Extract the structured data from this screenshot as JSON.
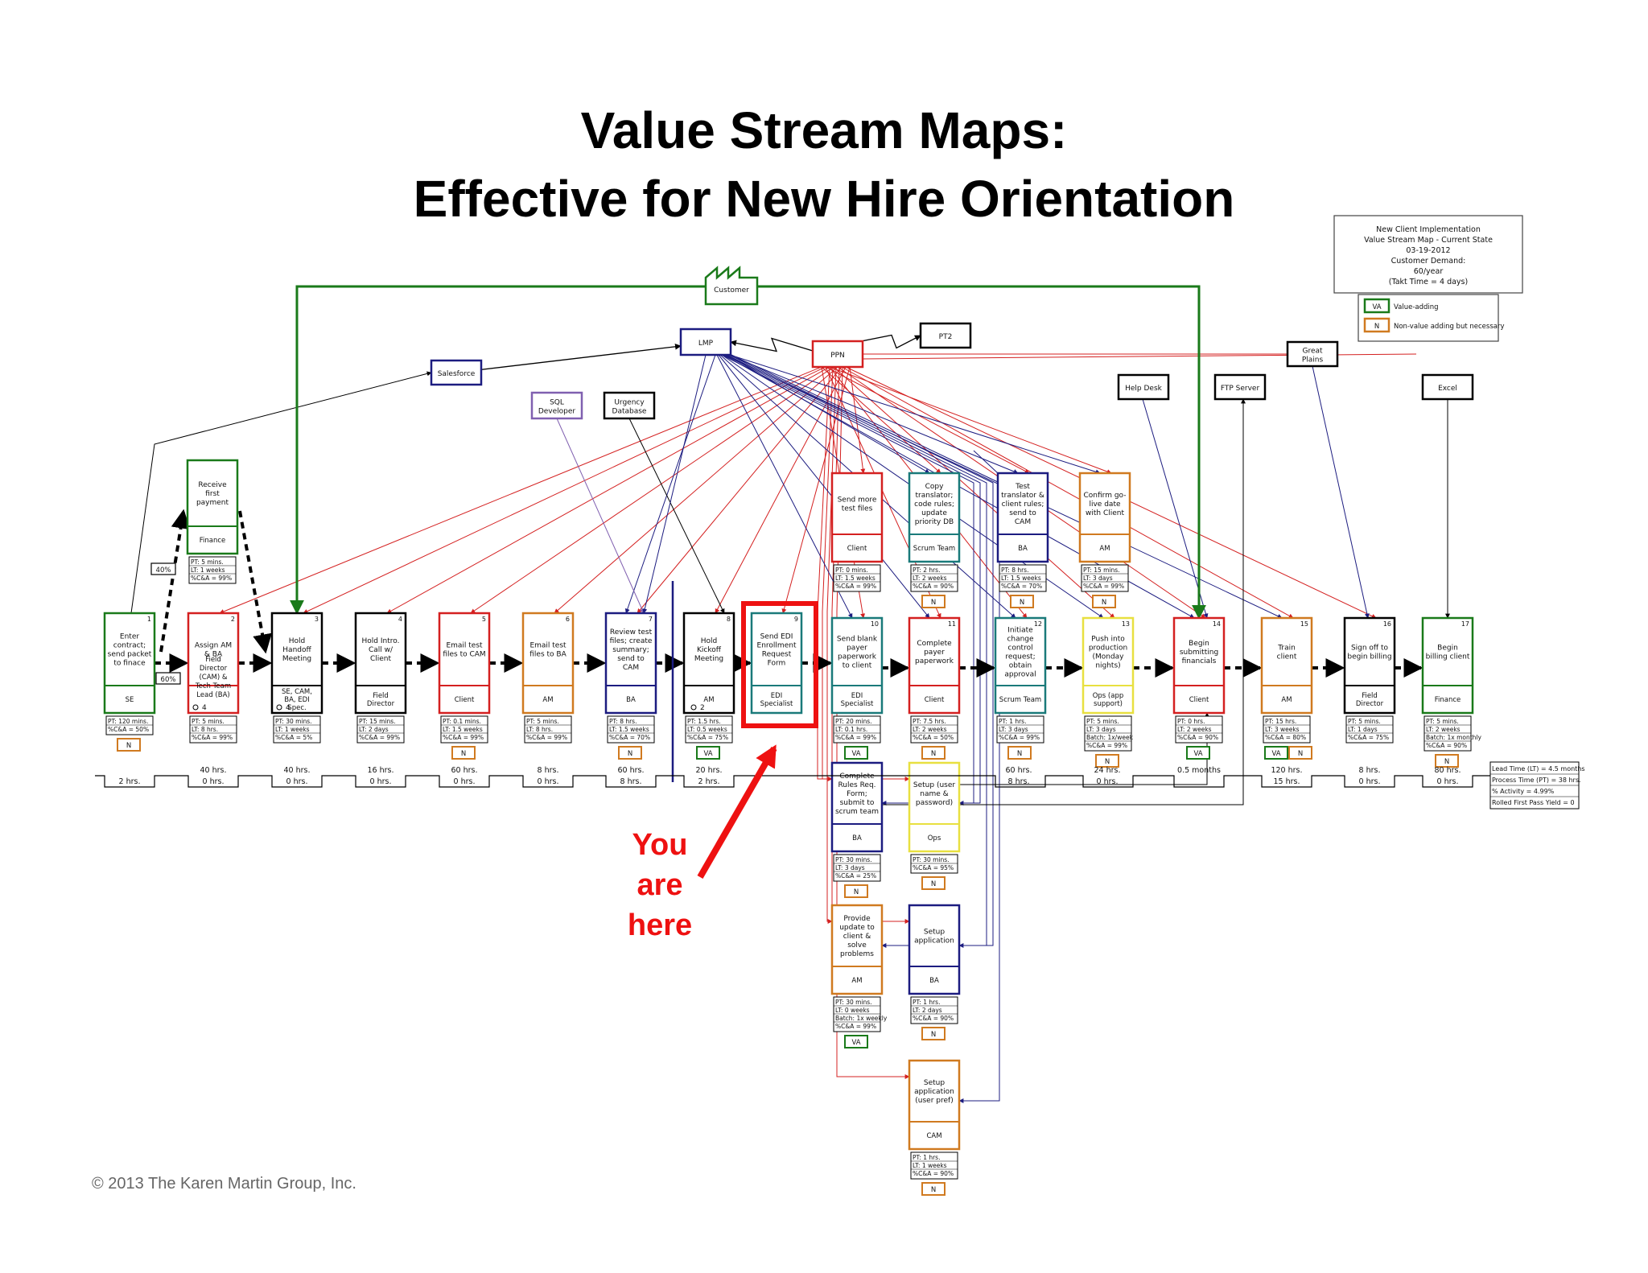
{
  "title_line1": "Value Stream Maps:",
  "title_line2": "Effective for New Hire Orientation",
  "copyright": "© 2013 The Karen Martin Group, Inc.",
  "callout": [
    "You",
    "are",
    "here"
  ],
  "colors": {
    "green": "#1a7a1a",
    "red": "#d42020",
    "navy": "#1c1c80",
    "orange": "#d07a20",
    "teal": "#1a7a7a",
    "yellow": "#e8e040",
    "purple": "#8060b0",
    "callout": "#ee1111"
  },
  "header_box": [
    "New Client Implementation",
    "Value Stream Map - Current State",
    "03-19-2012",
    "Customer Demand:",
    "60/year",
    "(Takt Time = 4 days)"
  ],
  "legend": [
    {
      "tag": "VA",
      "label": "Value-adding",
      "color": "green"
    },
    {
      "tag": "N",
      "label": "Non-value adding but necessary",
      "color": "orange"
    }
  ],
  "external": [
    {
      "id": "customer",
      "lines": [
        "Customer"
      ],
      "color": "green"
    },
    {
      "id": "lmp",
      "lines": [
        "LMP"
      ],
      "color": "navy"
    },
    {
      "id": "ppn",
      "lines": [
        "PPN"
      ],
      "color": "red"
    },
    {
      "id": "pt2",
      "lines": [
        "PT2"
      ],
      "color": "black"
    },
    {
      "id": "salesforce",
      "lines": [
        "Salesforce"
      ],
      "color": "navy"
    },
    {
      "id": "sqldev",
      "lines": [
        "SQL",
        "Developer"
      ],
      "color": "purple"
    },
    {
      "id": "urgency",
      "lines": [
        "Urgency",
        "Database"
      ],
      "color": "black"
    },
    {
      "id": "greatplains",
      "lines": [
        "Great",
        "Plains"
      ],
      "color": "black"
    },
    {
      "id": "helpdesk",
      "lines": [
        "Help Desk"
      ],
      "color": "black"
    },
    {
      "id": "ftp",
      "lines": [
        "FTP Server"
      ],
      "color": "black"
    },
    {
      "id": "excel",
      "lines": [
        "Excel"
      ],
      "color": "black"
    }
  ],
  "processes": [
    {
      "id": "p1",
      "num": "1",
      "title": [
        "Enter",
        "contract;",
        "send packet",
        "to finace"
      ],
      "owner": "SE",
      "color": "green",
      "stats": [
        "PT: 120 mins.",
        "%C&A = 50%"
      ],
      "tags": [
        "N"
      ]
    },
    {
      "id": "p2",
      "num": "2",
      "title": [
        "Assign AM",
        "& BA"
      ],
      "owner": "Field Director (CAM) & Tech Team Lead (BA)",
      "color": "red",
      "stats": [
        "PT: 5 mins.",
        "LT: 8 hrs.",
        "%C&A = 99%"
      ],
      "tags": []
    },
    {
      "id": "p3",
      "num": "3",
      "title": [
        "Hold",
        "Handoff",
        "Meeting"
      ],
      "owner": "SE, CAM, BA, EDI Spec.",
      "color": "black",
      "stats": [
        "PT: 30 mins.",
        "LT: 1 weeks",
        "%C&A = 5%"
      ],
      "tags": []
    },
    {
      "id": "p4",
      "num": "4",
      "title": [
        "Hold Intro.",
        "Call w/",
        "Client"
      ],
      "owner": "Field Director",
      "color": "black",
      "stats": [
        "PT: 15 mins.",
        "LT: 2 days",
        "%C&A = 99%"
      ],
      "tags": []
    },
    {
      "id": "p5",
      "num": "5",
      "title": [
        "Email test",
        "files to CAM"
      ],
      "owner": "Client",
      "color": "red",
      "stats": [
        "PT: 0.1 mins.",
        "LT: 1.5 weeks",
        "%C&A = 99%"
      ],
      "tags": [
        "N"
      ]
    },
    {
      "id": "p6",
      "num": "6",
      "title": [
        "Email test",
        "files to BA"
      ],
      "owner": "AM",
      "color": "orange",
      "stats": [
        "PT: 5 mins.",
        "LT: 8 hrs.",
        "%C&A = 99%"
      ],
      "tags": []
    },
    {
      "id": "p7",
      "num": "7",
      "title": [
        "Review test",
        "files; create",
        "summary;",
        "send to",
        "CAM"
      ],
      "owner": "BA",
      "color": "navy",
      "stats": [
        "PT: 8 hrs.",
        "LT: 1.5 weeks",
        "%C&A = 70%"
      ],
      "tags": [
        "N"
      ]
    },
    {
      "id": "p8",
      "num": "8",
      "title": [
        "Hold",
        "Kickoff",
        "Meeting"
      ],
      "owner": "AM",
      "color": "black",
      "stats": [
        "PT: 1.5 hrs.",
        "LT: 0.5 weeks",
        "%C&A = 75%"
      ],
      "tags": [
        "VA"
      ]
    },
    {
      "id": "p9",
      "num": "9",
      "title": [
        "Send EDI",
        "Enrollment",
        "Request",
        "Form"
      ],
      "owner": "EDI Specialist",
      "color": "teal",
      "stats": [],
      "tags": []
    },
    {
      "id": "p10",
      "num": "10",
      "title": [
        "Send blank",
        "payer",
        "paperwork",
        "to client"
      ],
      "owner": "EDI Specialist",
      "color": "teal",
      "stats": [
        "PT: 20 mins.",
        "LT: 0.1 hrs.",
        "%C&A = 99%"
      ],
      "tags": [
        "VA"
      ]
    },
    {
      "id": "p11",
      "num": "11",
      "title": [
        "Complete",
        "payer",
        "paperwork"
      ],
      "owner": "Client",
      "color": "red",
      "stats": [
        "PT: 7.5 hrs.",
        "LT: 2 weeks",
        "%C&A = 50%"
      ],
      "tags": [
        "N"
      ]
    },
    {
      "id": "p12",
      "num": "12",
      "title": [
        "Initiate",
        "change",
        "control",
        "request;",
        "obtain",
        "approval"
      ],
      "owner": "Scrum Team",
      "color": "teal",
      "stats": [
        "PT: 1 hrs.",
        "LT: 3 days",
        "%C&A = 99%"
      ],
      "tags": [
        "N"
      ]
    },
    {
      "id": "p13",
      "num": "13",
      "title": [
        "Push into",
        "production",
        "(Monday",
        "nights)"
      ],
      "owner": "Ops (app support)",
      "color": "yellow",
      "stats": [
        "PT: 5 mins.",
        "LT: 3 days",
        "Batch: 1x/week",
        "%C&A = 99%"
      ],
      "tags": [
        "N"
      ]
    },
    {
      "id": "p14",
      "num": "14",
      "title": [
        "Begin",
        "submitting",
        "financials"
      ],
      "owner": "Client",
      "color": "red",
      "stats": [
        "PT: 0 hrs.",
        "LT: 2 weeks",
        "%C&A = 90%"
      ],
      "tags": [
        "VA"
      ]
    },
    {
      "id": "p15",
      "num": "15",
      "title": [
        "Train",
        "client"
      ],
      "owner": "AM",
      "color": "orange",
      "stats": [
        "PT: 15 hrs.",
        "LT: 3 weeks",
        "%C&A = 80%"
      ],
      "tags": [
        "VA",
        "N"
      ]
    },
    {
      "id": "p16",
      "num": "16",
      "title": [
        "Sign off to",
        "begin billing"
      ],
      "owner": "Field Director",
      "color": "black",
      "stats": [
        "PT: 5 mins.",
        "LT: 1 days",
        "%C&A = 75%"
      ],
      "tags": []
    },
    {
      "id": "p17",
      "num": "17",
      "title": [
        "Begin",
        "billing client"
      ],
      "owner": "Finance",
      "color": "green",
      "stats": [
        "PT: 5 mins.",
        "LT: 2 weeks",
        "Batch: 1x monthly",
        "%C&A = 90%"
      ],
      "tags": [
        "N"
      ]
    },
    {
      "id": "receive",
      "num": "",
      "title": [
        "Receive",
        "first",
        "payment"
      ],
      "owner": "Finance",
      "color": "green",
      "stats": [
        "PT: 5 mins.",
        "LT: 1 weeks",
        "%C&A = 99%"
      ],
      "tags": []
    },
    {
      "id": "t1",
      "num": "",
      "title": [
        "Send more",
        "test files"
      ],
      "owner": "Client",
      "color": "red",
      "stats": [
        "PT: 0 mins.",
        "LT: 1.5 weeks",
        "%C&A = 99%"
      ],
      "tags": []
    },
    {
      "id": "t2",
      "num": "",
      "title": [
        "Copy",
        "translator;",
        "code rules;",
        "update",
        "priority DB"
      ],
      "owner": "Scrum Team",
      "color": "teal",
      "stats": [
        "PT: 2 hrs.",
        "LT: 2 weeks",
        "%C&A = 90%"
      ],
      "tags": [
        "N"
      ]
    },
    {
      "id": "t3",
      "num": "",
      "title": [
        "Test",
        "translator &",
        "client rules;",
        "send to",
        "CAM"
      ],
      "owner": "BA",
      "color": "navy",
      "stats": [
        "PT: 8 hrs.",
        "LT: 1.5 weeks",
        "%C&A = 70%"
      ],
      "tags": [
        "N"
      ]
    },
    {
      "id": "t4",
      "num": "",
      "title": [
        "Confirm go-",
        "live date",
        "with Client"
      ],
      "owner": "AM",
      "color": "orange",
      "stats": [
        "PT: 15 mins.",
        "LT: 3 days",
        "%C&A = 99%"
      ],
      "tags": [
        "N"
      ]
    },
    {
      "id": "b1",
      "num": "",
      "title": [
        "Complete",
        "Rules Req.",
        "Form;",
        "submit to",
        "scrum team"
      ],
      "owner": "BA",
      "color": "navy",
      "stats": [
        "PT: 30 mins.",
        "LT: 3 days",
        "%C&A = 25%"
      ],
      "tags": [
        "N"
      ]
    },
    {
      "id": "b2",
      "num": "",
      "title": [
        "Setup (user",
        "name &",
        "password)"
      ],
      "owner": "Ops",
      "color": "yellow",
      "stats": [
        "PT: 30 mins.",
        "%C&A = 95%"
      ],
      "tags": [
        "N"
      ]
    },
    {
      "id": "b3",
      "num": "",
      "title": [
        "Provide",
        "update to",
        "client &",
        "solve",
        "problems"
      ],
      "owner": "AM",
      "color": "orange",
      "stats": [
        "PT: 30 mins.",
        "LT: 0 weeks",
        "Batch: 1x weekly",
        "%C&A = 99%"
      ],
      "tags": [
        "VA"
      ]
    },
    {
      "id": "b4",
      "num": "",
      "title": [
        "Setup",
        "application"
      ],
      "owner": "BA",
      "color": "navy",
      "stats": [
        "PT: 1 hrs.",
        "LT: 2 days",
        "%C&A = 90%"
      ],
      "tags": [
        "N"
      ]
    },
    {
      "id": "b5",
      "num": "",
      "title": [
        "Setup",
        "application",
        "(user pref)"
      ],
      "owner": "CAM",
      "color": "orange",
      "stats": [
        "PT: 1 hrs.",
        "LT: 1 weeks",
        "%C&A = 90%"
      ],
      "tags": [
        "N"
      ]
    }
  ],
  "percents": [
    "40%",
    "60%"
  ],
  "inventory_marks": [
    "4",
    "4",
    "2"
  ],
  "timeline": {
    "upper": [
      "40 hrs.",
      "40 hrs.",
      "16 hrs.",
      "60 hrs.",
      "8 hrs.",
      "60 hrs.",
      "20 hrs.",
      "60 hrs.",
      "24 hrs.",
      "0.5 months",
      "120 hrs.",
      "8 hrs.",
      "80 hrs."
    ],
    "lower": [
      "2 hrs.",
      "0 hrs.",
      "0 hrs.",
      "0 hrs.",
      "0 hrs.",
      "0 hrs.",
      "8 hrs.",
      "2 hrs.",
      "8 hrs.",
      "0 hrs.",
      "15 hrs.",
      "0 hrs.",
      "0 hrs."
    ]
  },
  "summary": [
    "Lead Time (LT) = 4.5 months",
    "Process Time (PT) = 38 hrs.",
    "% Activity = 4.99%",
    "Rolled First Pass Yield = 0"
  ]
}
